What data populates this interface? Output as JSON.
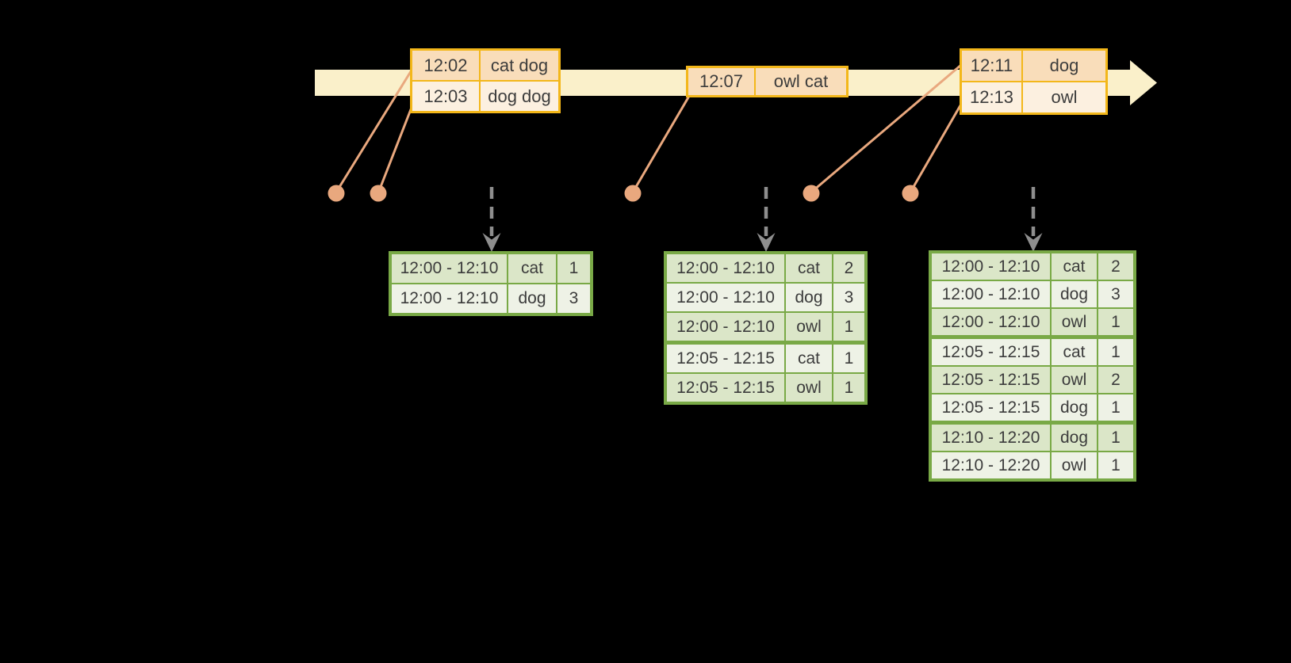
{
  "colors": {
    "background": "#000000",
    "band": "#faf0ca",
    "event-border": "#f3b71a",
    "event-row-dark": "#f9ddba",
    "event-row-light": "#fcf0e0",
    "connector": "#e9a87e",
    "result-border": "#79a946",
    "result-row-dark": "#dbe6c8",
    "result-row-light": "#eef2e6",
    "arrow": "#8e8e8e",
    "text": "#3c3c3c"
  },
  "timeline": {
    "event_tables": [
      {
        "rows": [
          {
            "time": "12:02",
            "words": "cat dog"
          },
          {
            "time": "12:03",
            "words": "dog dog"
          }
        ]
      },
      {
        "rows": [
          {
            "time": "12:07",
            "words": "owl cat"
          }
        ]
      },
      {
        "rows": [
          {
            "time": "12:11",
            "words": "dog"
          },
          {
            "time": "12:13",
            "words": "owl"
          }
        ]
      }
    ]
  },
  "result_tables": [
    {
      "rows": [
        {
          "window": "12:00 - 12:10",
          "word": "cat",
          "count": "1"
        },
        {
          "window": "12:00 - 12:10",
          "word": "dog",
          "count": "3"
        }
      ]
    },
    {
      "rows": [
        {
          "window": "12:00 - 12:10",
          "word": "cat",
          "count": "2"
        },
        {
          "window": "12:00 - 12:10",
          "word": "dog",
          "count": "3"
        },
        {
          "window": "12:00 - 12:10",
          "word": "owl",
          "count": "1"
        },
        {
          "window": "12:05 - 12:15",
          "word": "cat",
          "count": "1"
        },
        {
          "window": "12:05 - 12:15",
          "word": "owl",
          "count": "1"
        }
      ]
    },
    {
      "rows": [
        {
          "window": "12:00 - 12:10",
          "word": "cat",
          "count": "2"
        },
        {
          "window": "12:00 - 12:10",
          "word": "dog",
          "count": "3"
        },
        {
          "window": "12:00 - 12:10",
          "word": "owl",
          "count": "1"
        },
        {
          "window": "12:05 - 12:15",
          "word": "cat",
          "count": "1"
        },
        {
          "window": "12:05 - 12:15",
          "word": "owl",
          "count": "2"
        },
        {
          "window": "12:05 - 12:15",
          "word": "dog",
          "count": "1"
        },
        {
          "window": "12:10 - 12:20",
          "word": "dog",
          "count": "1"
        },
        {
          "window": "12:10 - 12:20",
          "word": "owl",
          "count": "1"
        }
      ]
    }
  ]
}
